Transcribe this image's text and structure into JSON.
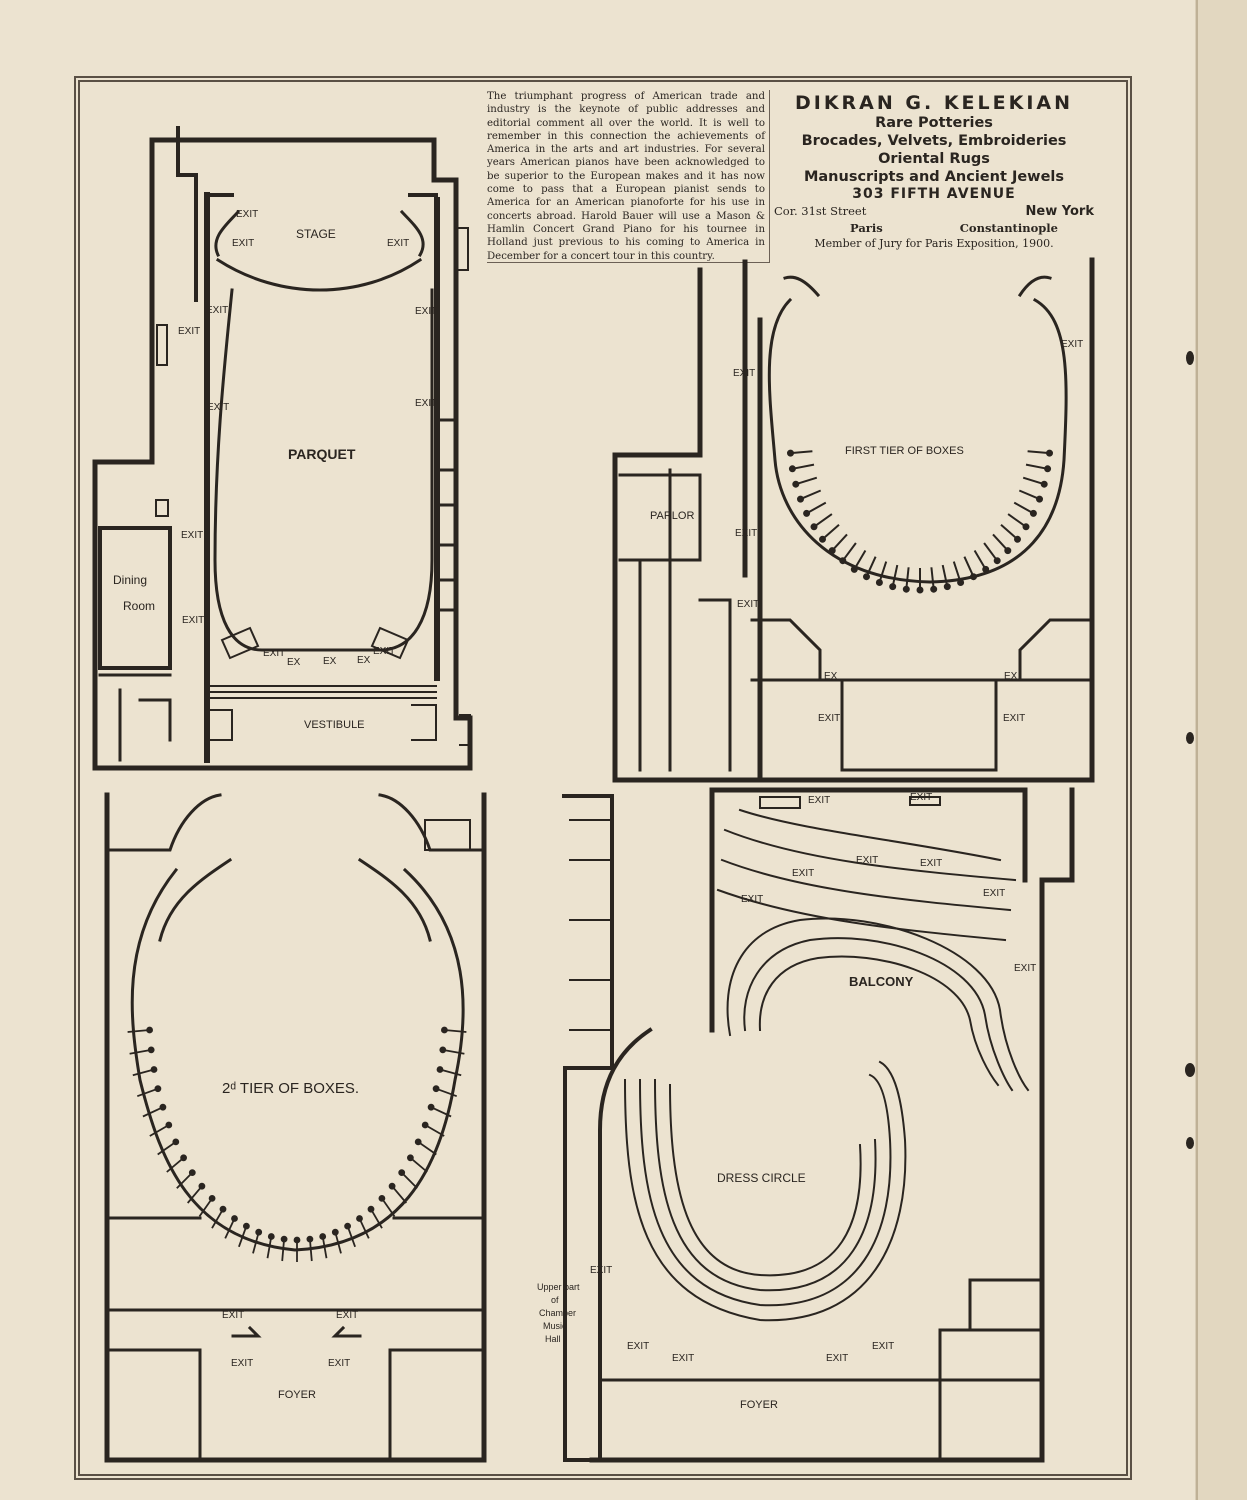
{
  "advertisement": {
    "article_text": "The triumphant progress of American trade and industry is the keynote of public addresses and editorial comment all over the world. It is well to remember in this connection the achievements of America in the arts and art industries. For several years American pianos have been acknowledged to be superior to the European makes and it has now come to pass that a European pianist sends to America for an American pianoforte for his use in concerts abroad. Harold Bauer will use a Mason & Hamlin Concert Grand Piano for his tournee in Holland just previous to his coming to America in December for a concert tour in this country.",
    "dealer_name": "DIKRAN G. KELEKIAN",
    "line1": "Rare Potteries",
    "line2": "Brocades, Velvets, Embroideries",
    "line3": "Oriental Rugs",
    "line4": "Manuscripts and Ancient Jewels",
    "address": "303 FIFTH AVENUE",
    "corner": "Cor. 31st Street",
    "city": "New York",
    "city2": "Paris",
    "city3": "Constantinople",
    "jury": "Member of Jury for Paris Exposition, 1900."
  },
  "plans": {
    "parquet": {
      "stage": "STAGE",
      "hall": "PARQUET",
      "vestibule": "VESTIBULE",
      "dining_1": "Dining",
      "dining_2": "Room",
      "exit": "EXIT",
      "ex": "EX"
    },
    "first_tier": {
      "title": "FIRST TIER OF BOXES",
      "parlor": "PARLOR",
      "exit": "EXIT",
      "ex": "EX"
    },
    "second_tier": {
      "title": "2ᵈ TIER OF BOXES.",
      "foyer": "FOYER",
      "exit": "EXIT"
    },
    "balcony": {
      "balcony": "BALCONY",
      "dress_circle": "DRESS CIRCLE",
      "foyer": "FOYER",
      "exit": "EXIT",
      "chamber_1": "Upper part",
      "chamber_2": "of",
      "chamber_3": "Chamber",
      "chamber_4": "Music",
      "chamber_5": "Hall"
    }
  }
}
